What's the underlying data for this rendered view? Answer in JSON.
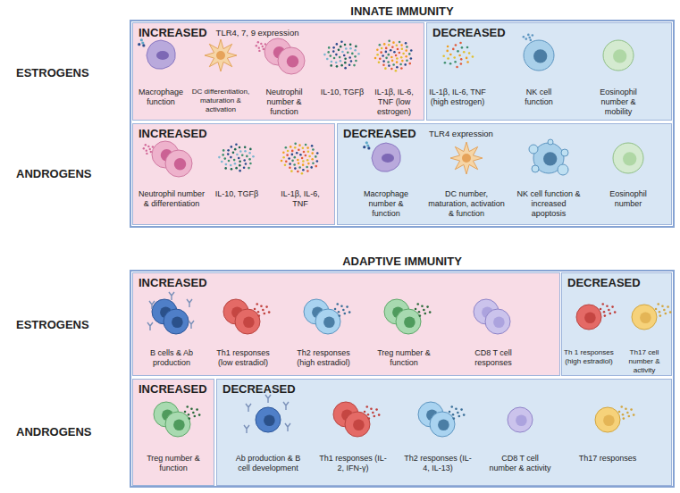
{
  "diagram": {
    "nodes": [
      {
        "text": [
          "INNATE IMMUNITY"
        ]
      },
      {
        "text": [
          "INCREASED",
          "TLR4, 7, 9 expression",
          "Macrophage function",
          "DC differentiation, maturation & activation",
          "Neutrophil number & function",
          "IL-10, TGFβ",
          "IL-1β, IL-6, TNF (low estrogen)"
        ],
        "in": 0
      },
      {
        "text": [
          "DECREASED",
          "IL-1β, IL-6, TNF (high estrogen)",
          "NK cell function",
          "Eosinophil number & mobility"
        ],
        "in": 0
      },
      {
        "text": [
          "INCREASED",
          "Neutrophil number & differentiation",
          "IL-10, TGFβ",
          "IL-1β, IL-6, TNF"
        ],
        "in": 0
      },
      {
        "text": [
          "DECREASED",
          "TLR4 expression",
          "Macrophage number & function",
          "DC number, maturation, activation & function",
          "NK cell function & increased apoptosis",
          "Eosinophil number"
        ],
        "in": 0
      },
      {
        "text": [
          "ADAPTIVE IMMUNITY"
        ]
      },
      {
        "text": [
          "INCREASED",
          "B cells & Ab production",
          "Th1 responses (low estradiol)",
          "Th2 responses (high estradiol)",
          "Treg number & function",
          "CD8 T cell responses"
        ],
        "in": 5
      },
      {
        "text": [
          "DECREASED",
          "Th 1 responses (high estradiol)",
          "Th17 cell number & activity"
        ],
        "in": 5
      },
      {
        "text": [
          "INCREASED",
          "Treg number & function"
        ],
        "in": 5
      },
      {
        "text": [
          "DECREASED",
          "Ab production & B cell development",
          "Th1 responses (IL-2, IFN-γ)",
          "Th2 responses (IL-4, IL-13)",
          "CD8 T cell number & activity",
          "Th17 responses"
        ],
        "in": 5
      }
    ],
    "labels": [
      "ESTROGENS",
      "ANDROGENS",
      "ESTROGENS",
      "ANDROGENS"
    ]
  }
}
